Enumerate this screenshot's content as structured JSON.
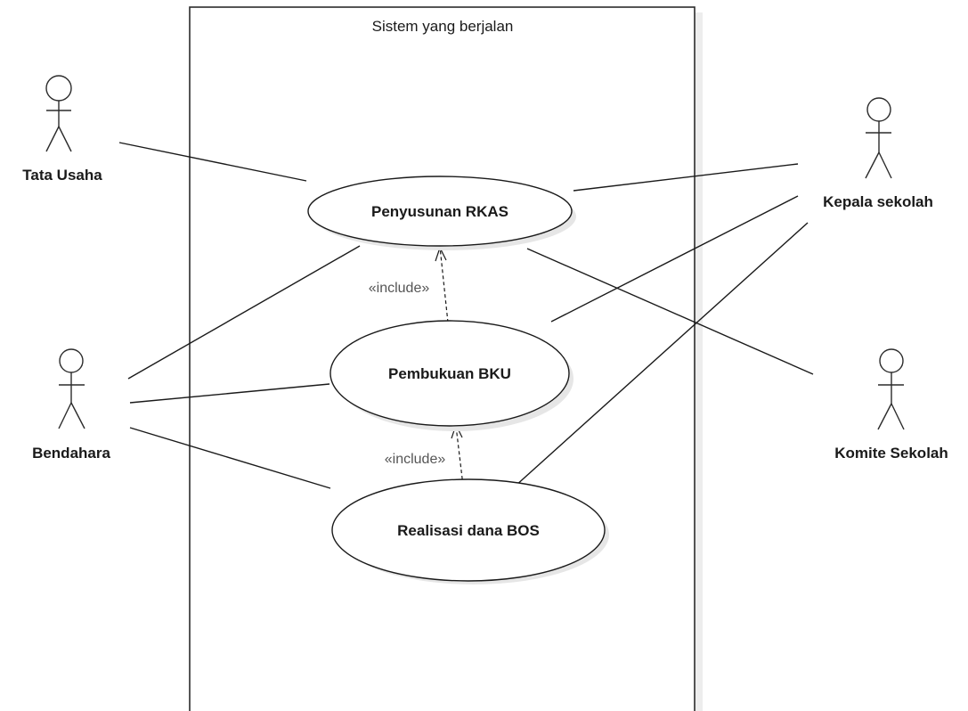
{
  "system": {
    "title": "Sistem yang berjalan"
  },
  "actors": {
    "tata_usaha": "Tata Usaha",
    "bendahara": "Bendahara",
    "kepala_sekolah": "Kepala sekolah",
    "komite_sekolah": "Komite Sekolah"
  },
  "use_cases": {
    "rkas": "Penyusunan RKAS",
    "bku": "Pembukuan BKU",
    "bos": "Realisasi dana BOS"
  },
  "relations": {
    "include_1": "«include»",
    "include_2": "«include»"
  },
  "colors": {
    "line": "#1a1a1a",
    "include_text": "#555555",
    "shadow": "#e6e6e6"
  }
}
